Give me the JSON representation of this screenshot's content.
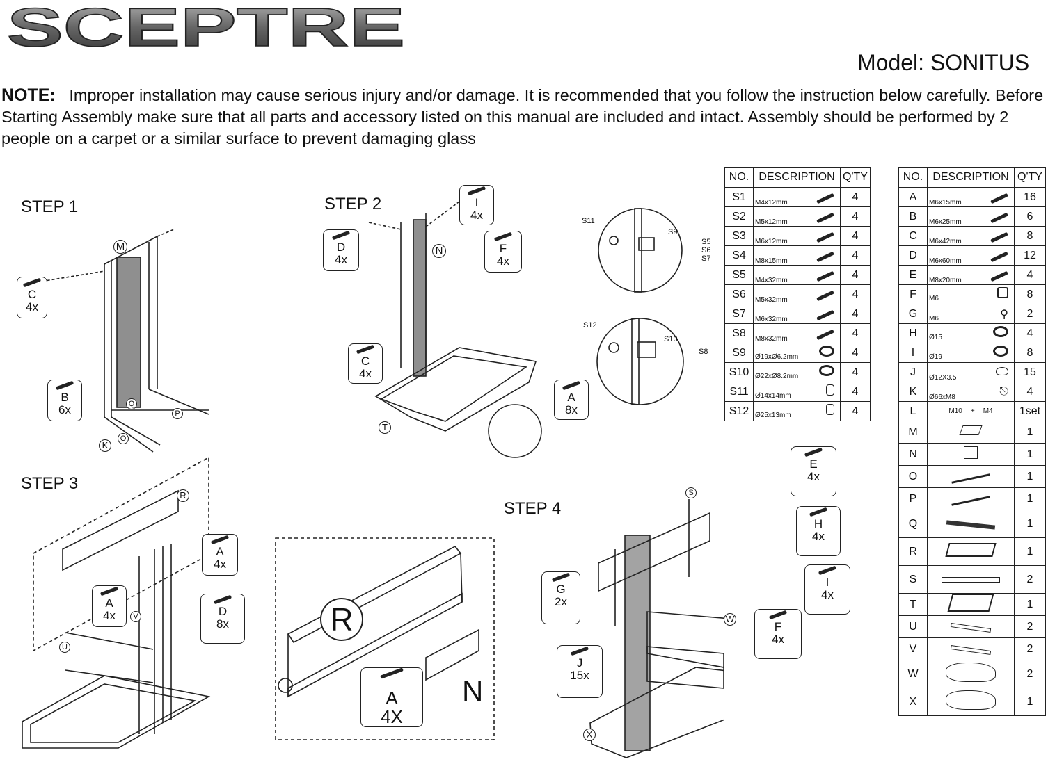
{
  "brand": "SCEPTRE",
  "model": "Model: SONITUS",
  "note": {
    "label": "NOTE:",
    "text": "Improper installation may cause serious injury and/or damage. It is recommended that you follow the instruction below carefully. Before Starting Assembly make sure that all parts and accessory listed on this manual are included and intact. Assembly should be performed by 2 people on a carpet or a similar surface to prevent damaging glass"
  },
  "steps": [
    "STEP 1",
    "STEP 2",
    "STEP 3",
    "STEP 4"
  ],
  "callouts": {
    "s1_c": [
      "C",
      "4x"
    ],
    "s1_b": [
      "B",
      "6x"
    ],
    "s2_d": [
      "D",
      "4x"
    ],
    "s2_i": [
      "I",
      "4x"
    ],
    "s2_f": [
      "F",
      "4x"
    ],
    "s2_c": [
      "C",
      "4x"
    ],
    "s2_a": [
      "A",
      "8x"
    ],
    "s3_a1": [
      "A",
      "4x"
    ],
    "s3_a2": [
      "A",
      "4x"
    ],
    "s3_d": [
      "D",
      "8x"
    ],
    "s3_a3": [
      "A",
      "4X"
    ],
    "s4_e": [
      "E",
      "4x"
    ],
    "s4_h": [
      "H",
      "4x"
    ],
    "s4_i": [
      "I",
      "4x"
    ],
    "s4_f": [
      "F",
      "4x"
    ],
    "s4_g": [
      "G",
      "2x"
    ],
    "s4_j": [
      "J",
      "15x"
    ]
  },
  "part_labels": {
    "M": "M",
    "K": "K",
    "Q": "Q",
    "P": "P",
    "O": "O",
    "N": "N",
    "T": "T",
    "R": "R",
    "V": "V",
    "U": "U",
    "S": "S",
    "W": "W",
    "X": "X",
    "S11": "S11",
    "S9": "S9",
    "S5": "S5",
    "S6": "S6",
    "S7": "S7",
    "S12": "S12",
    "S10": "S10",
    "S8": "S8"
  },
  "table_headers": {
    "no": "NO.",
    "desc": "DESCRIPTION",
    "qty": "Q'TY"
  },
  "table_left": [
    {
      "no": "S1",
      "size": "M4x12mm",
      "qty": "4",
      "icon": "screw-icon"
    },
    {
      "no": "S2",
      "size": "M5x12mm",
      "qty": "4",
      "icon": "screw-icon"
    },
    {
      "no": "S3",
      "size": "M6x12mm",
      "qty": "4",
      "icon": "screw-icon"
    },
    {
      "no": "S4",
      "size": "M8x15mm",
      "qty": "4",
      "icon": "screw-icon"
    },
    {
      "no": "S5",
      "size": "M4x32mm",
      "qty": "4",
      "icon": "screw-icon"
    },
    {
      "no": "S6",
      "size": "M5x32mm",
      "qty": "4",
      "icon": "screw-icon"
    },
    {
      "no": "S7",
      "size": "M6x32mm",
      "qty": "4",
      "icon": "screw-icon"
    },
    {
      "no": "S8",
      "size": "M8x32mm",
      "qty": "4",
      "icon": "screw-icon"
    },
    {
      "no": "S9",
      "size": "Ø19xØ6.2mm",
      "qty": "4",
      "icon": "washer-icon"
    },
    {
      "no": "S10",
      "size": "Ø22xØ8.2mm",
      "qty": "4",
      "icon": "washer-icon"
    },
    {
      "no": "S11",
      "size": "Ø14x14mm",
      "qty": "4",
      "icon": "spacer-icon"
    },
    {
      "no": "S12",
      "size": "Ø25x13mm",
      "qty": "4",
      "icon": "spacer-icon"
    }
  ],
  "table_right": [
    {
      "no": "A",
      "size": "M6x15mm",
      "qty": "16",
      "icon": "screw-icon"
    },
    {
      "no": "B",
      "size": "M6x25mm",
      "qty": "6",
      "icon": "screw-icon"
    },
    {
      "no": "C",
      "size": "M6x42mm",
      "qty": "8",
      "icon": "screw-icon"
    },
    {
      "no": "D",
      "size": "M6x60mm",
      "qty": "12",
      "icon": "screw-icon"
    },
    {
      "no": "E",
      "size": "M8x20mm",
      "qty": "4",
      "icon": "screw-icon"
    },
    {
      "no": "F",
      "size": "M6",
      "qty": "8",
      "icon": "nut-icon"
    },
    {
      "no": "G",
      "size": "M6",
      "qty": "2",
      "icon": "knob-icon"
    },
    {
      "no": "H",
      "size": "Ø15",
      "qty": "4",
      "icon": "washer-icon"
    },
    {
      "no": "I",
      "size": "Ø19",
      "qty": "8",
      "icon": "washer-icon"
    },
    {
      "no": "J",
      "size": "Ø12X3.5",
      "qty": "15",
      "icon": "pad-icon"
    },
    {
      "no": "K",
      "size": "Ø66xM8",
      "qty": "4",
      "icon": "foot-icon"
    },
    {
      "no": "L",
      "size": "",
      "qty": "1set",
      "icon": "wrench-icon",
      "extra": [
        "M10",
        "+",
        "M4"
      ]
    },
    {
      "no": "M",
      "size": "",
      "qty": "1",
      "icon": "block-icon"
    },
    {
      "no": "N",
      "size": "",
      "qty": "1",
      "icon": "bracket-icon"
    },
    {
      "no": "O",
      "size": "",
      "qty": "1",
      "icon": "leg-icon"
    },
    {
      "no": "P",
      "size": "",
      "qty": "1",
      "icon": "leg-icon"
    },
    {
      "no": "Q",
      "size": "",
      "qty": "1",
      "icon": "panel-icon"
    },
    {
      "no": "R",
      "size": "",
      "qty": "1",
      "icon": "frame-icon"
    },
    {
      "no": "S",
      "size": "",
      "qty": "2",
      "icon": "rail-icon"
    },
    {
      "no": "T",
      "size": "",
      "qty": "1",
      "icon": "base-icon"
    },
    {
      "no": "U",
      "size": "",
      "qty": "2",
      "icon": "bar-icon"
    },
    {
      "no": "V",
      "size": "",
      "qty": "2",
      "icon": "bar-icon"
    },
    {
      "no": "W",
      "size": "",
      "qty": "2",
      "icon": "glass-shelf-icon"
    },
    {
      "no": "X",
      "size": "",
      "qty": "1",
      "icon": "glass-shelf-icon"
    }
  ]
}
